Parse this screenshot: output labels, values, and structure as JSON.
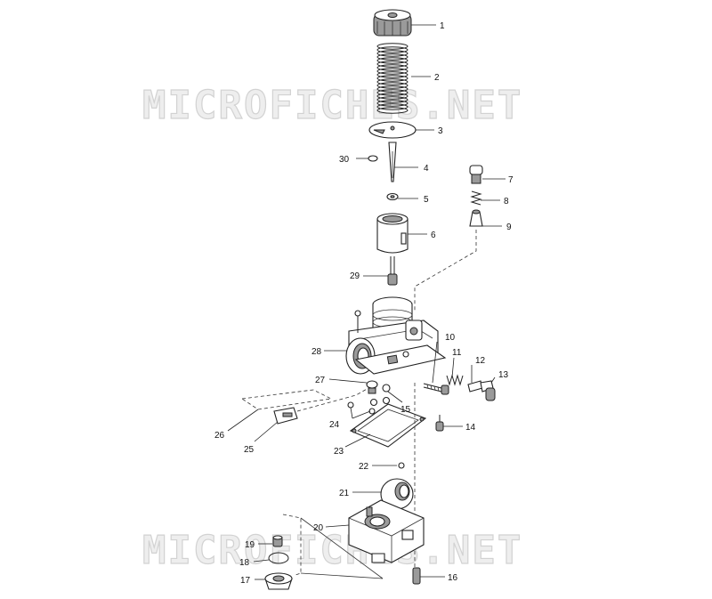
{
  "watermark": {
    "text": "MICROFICHES.NET",
    "color_fill": "#eeeeee",
    "color_stroke": "#d2d2d2"
  },
  "callouts": [
    {
      "id": "1",
      "label": "1"
    },
    {
      "id": "2",
      "label": "2"
    },
    {
      "id": "3",
      "label": "3"
    },
    {
      "id": "4",
      "label": "4"
    },
    {
      "id": "5",
      "label": "5"
    },
    {
      "id": "6",
      "label": "6"
    },
    {
      "id": "7",
      "label": "7"
    },
    {
      "id": "8",
      "label": "8"
    },
    {
      "id": "9",
      "label": "9"
    },
    {
      "id": "10",
      "label": "10"
    },
    {
      "id": "11",
      "label": "11"
    },
    {
      "id": "12",
      "label": "12"
    },
    {
      "id": "13",
      "label": "13"
    },
    {
      "id": "14",
      "label": "14"
    },
    {
      "id": "15",
      "label": "15"
    },
    {
      "id": "16",
      "label": "16"
    },
    {
      "id": "17",
      "label": "17"
    },
    {
      "id": "18",
      "label": "18"
    },
    {
      "id": "19",
      "label": "19"
    },
    {
      "id": "20",
      "label": "20"
    },
    {
      "id": "21",
      "label": "21"
    },
    {
      "id": "22",
      "label": "22"
    },
    {
      "id": "23",
      "label": "23"
    },
    {
      "id": "24",
      "label": "24"
    },
    {
      "id": "25",
      "label": "25"
    },
    {
      "id": "26",
      "label": "26"
    },
    {
      "id": "27",
      "label": "27"
    },
    {
      "id": "28",
      "label": "28"
    },
    {
      "id": "29",
      "label": "29"
    },
    {
      "id": "30",
      "label": "30"
    }
  ],
  "colors": {
    "ink": "#222222",
    "background": "#ffffff"
  }
}
